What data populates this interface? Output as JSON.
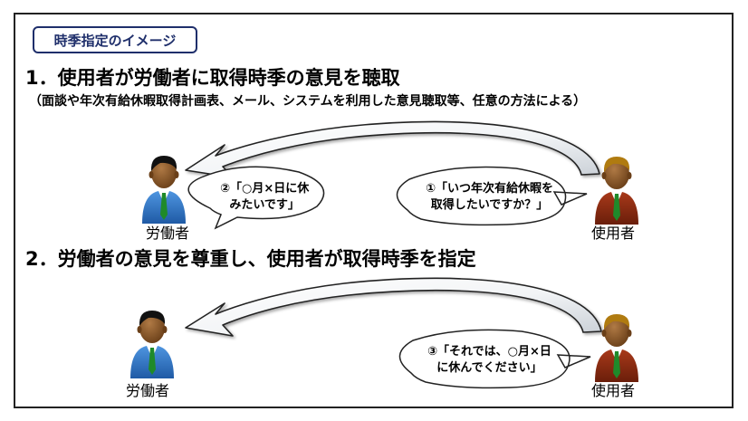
{
  "tag_label": "時季指定のイメージ",
  "step1": {
    "title": "1．使用者が労働者に取得時季の意見を聴取",
    "subtitle": "（面談や年次有給休暇取得計画表、メール、システムを利用した意見聴取等、任意の方法による）",
    "worker_label": "労働者",
    "employer_label": "使用者",
    "worker_bubble": [
      "②「○月×日に休",
      "みたいです」"
    ],
    "employer_bubble": [
      "①「いつ年次有給休暇を",
      "取得したいですか？」"
    ]
  },
  "step2": {
    "title": "2．労働者の意見を尊重し、使用者が取得時季を指定",
    "worker_label": "労働者",
    "employer_label": "使用者",
    "employer_bubble": [
      "③「それでは、○月×日",
      "に休んでください」"
    ]
  },
  "colors": {
    "frame": "#222222",
    "tag_border": "#1f2f6b",
    "worker_shirt": "#2f78c8",
    "employer_shirt": "#8b2a12",
    "skin": "#8a5a2b",
    "worker_hair": "#111111",
    "employer_hair": "#b07b10",
    "tie": "#1f8a2a"
  },
  "icons": [
    "worker-person-icon",
    "employer-person-icon",
    "curved-arrow-icon",
    "speech-bubble-icon"
  ]
}
